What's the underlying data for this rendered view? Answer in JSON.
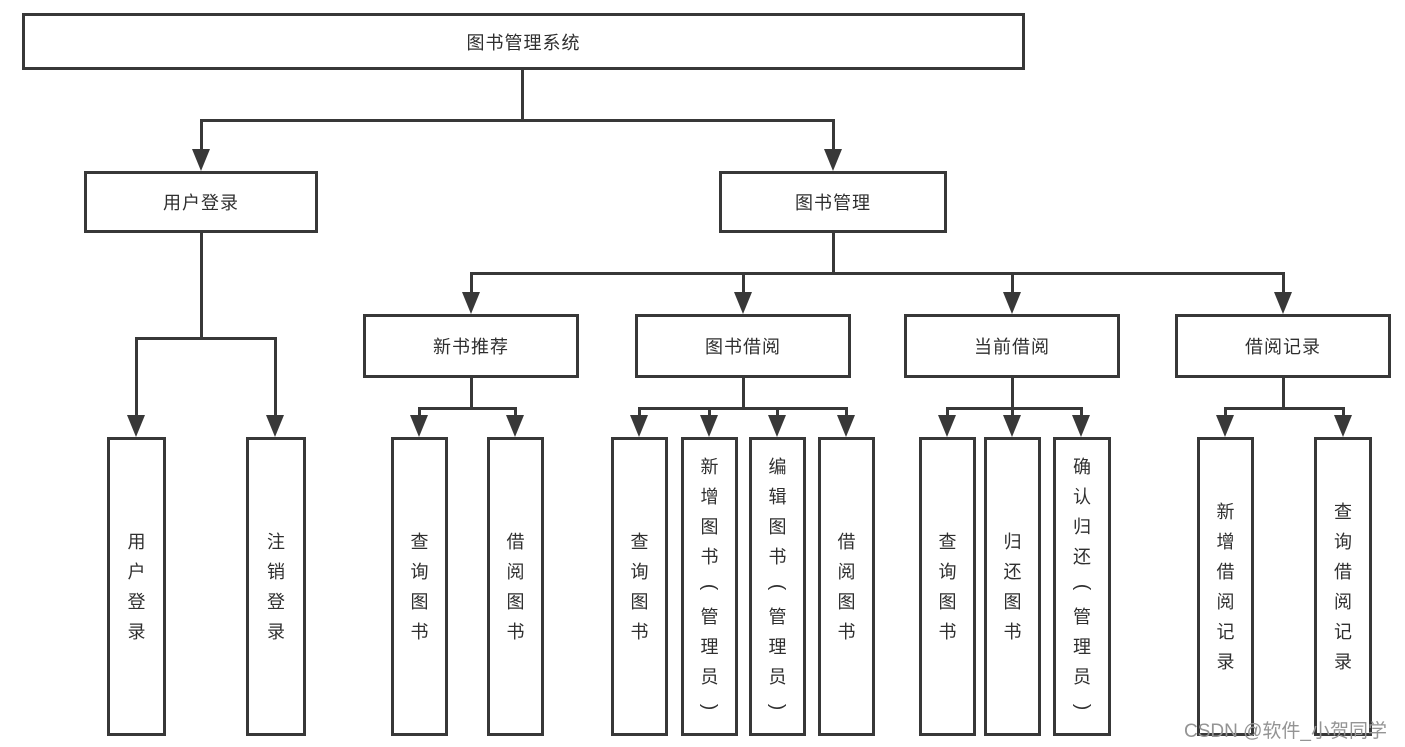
{
  "diagram": {
    "root": {
      "label": "图书管理系统"
    },
    "level2": {
      "user_login": {
        "label": "用户登录"
      },
      "book_management": {
        "label": "图书管理"
      }
    },
    "level3": {
      "new_book_recommendation": {
        "label": "新书推荐"
      },
      "book_borrowing": {
        "label": "图书借阅"
      },
      "current_borrowing": {
        "label": "当前借阅"
      },
      "borrowing_records": {
        "label": "借阅记录"
      }
    },
    "leaves": {
      "user_login_leaf": {
        "label": "用户登录"
      },
      "logout_leaf": {
        "label": "注销登录"
      },
      "nbr_query_books": {
        "label": "查询图书"
      },
      "nbr_borrow_books": {
        "label": "借阅图书"
      },
      "bb_query_books": {
        "label": "查询图书"
      },
      "bb_add_books_admin": {
        "label": "新增图书（管理员）"
      },
      "bb_edit_books_admin": {
        "label": "编辑图书（管理员）"
      },
      "bb_borrow_books": {
        "label": "借阅图书"
      },
      "cb_query_books": {
        "label": "查询图书"
      },
      "cb_return_books": {
        "label": "归还图书"
      },
      "cb_confirm_return_admin": {
        "label": "确认归还（管理员）"
      },
      "br_add_record": {
        "label": "新增借阅记录"
      },
      "br_query_record": {
        "label": "查询借阅记录"
      }
    }
  },
  "watermark": {
    "text": "CSDN @软件_小贺同学"
  },
  "colors": {
    "line": "#383838",
    "text": "#2f2f2f",
    "watermark": "#949494",
    "background": "#ffffff"
  }
}
